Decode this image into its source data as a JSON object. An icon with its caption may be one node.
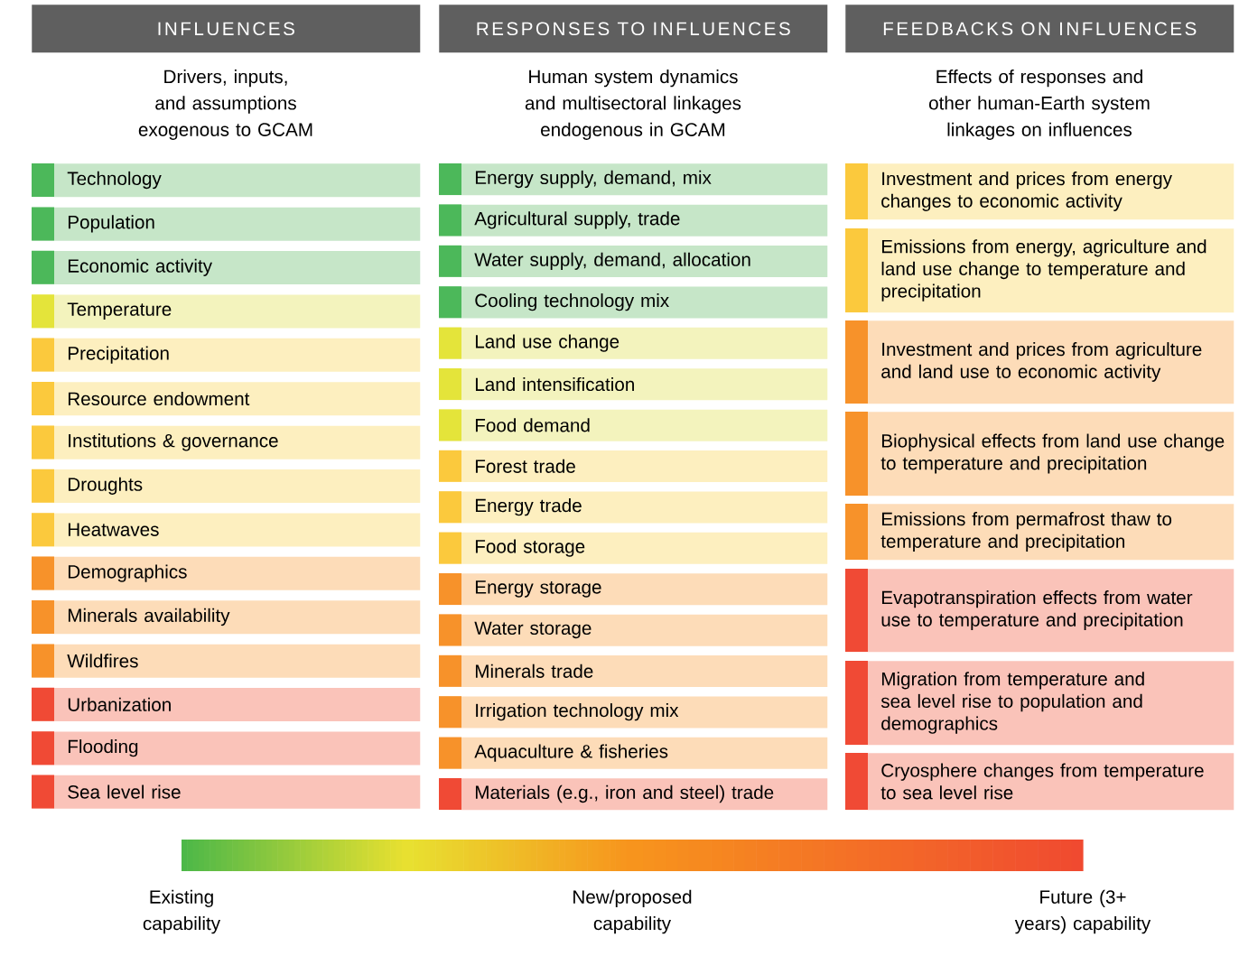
{
  "diagram": {
    "nodes": [
      {
        "text": [
          "INFLUENCES"
        ]
      },
      {
        "text": [
          "RESPONSES TO INFLUENCES"
        ]
      },
      {
        "text": [
          "FEEDBACKS ON INFLUENCES"
        ]
      },
      {
        "text": [
          "Technology"
        ]
      },
      {
        "text": [
          "Population"
        ]
      },
      {
        "text": [
          "Economic activity"
        ]
      },
      {
        "text": [
          "Temperature"
        ]
      },
      {
        "text": [
          "Precipitation"
        ]
      },
      {
        "text": [
          "Resource endowment"
        ]
      },
      {
        "text": [
          "Institutions & governance"
        ]
      },
      {
        "text": [
          "Droughts"
        ]
      },
      {
        "text": [
          "Heatwaves"
        ]
      },
      {
        "text": [
          "Demographics"
        ]
      },
      {
        "text": [
          "Minerals availability"
        ]
      },
      {
        "text": [
          "Wildfires"
        ]
      },
      {
        "text": [
          "Urbanization"
        ]
      },
      {
        "text": [
          "Flooding"
        ]
      },
      {
        "text": [
          "Sea level rise"
        ]
      },
      {
        "text": [
          "Energy supply, demand, mix"
        ]
      },
      {
        "text": [
          "Agricultural supply, trade"
        ]
      },
      {
        "text": [
          "Water supply, demand, allocation"
        ]
      },
      {
        "text": [
          "Cooling technology mix"
        ]
      },
      {
        "text": [
          "Land use change"
        ]
      },
      {
        "text": [
          "Land intensification"
        ]
      },
      {
        "text": [
          "Food demand"
        ]
      },
      {
        "text": [
          "Forest trade"
        ]
      },
      {
        "text": [
          "Energy trade"
        ]
      },
      {
        "text": [
          "Food storage"
        ]
      },
      {
        "text": [
          "Energy storage"
        ]
      },
      {
        "text": [
          "Water storage"
        ]
      },
      {
        "text": [
          "Minerals trade"
        ]
      },
      {
        "text": [
          "Irrigation technology mix"
        ]
      },
      {
        "text": [
          "Aquaculture & fisheries"
        ]
      },
      {
        "text": [
          "Materials (e.g., iron and steel) trade"
        ]
      },
      {
        "text": [
          "Investment and prices from energy changes to economic activity"
        ]
      },
      {
        "text": [
          "Emissions from energy, agriculture and land use change to temperature and precipitation"
        ]
      },
      {
        "text": [
          "Investment and prices from agriculture and land use to economic activity"
        ]
      },
      {
        "text": [
          "Biophysical effects from land use change to temperature and precipitation"
        ]
      },
      {
        "text": [
          "Emissions from permafrost thaw to temperature and precipitation"
        ]
      },
      {
        "text": [
          "Evapotranspiration effects from water use to temperature and precipitation"
        ]
      },
      {
        "text": [
          "Migration from temperature and sea level rise to population and demographics"
        ]
      },
      {
        "text": [
          "Cryosphere changes from temperature to sea level rise"
        ]
      }
    ],
    "labels": [
      "Drivers, inputs, and assumptions exogenous to GCAM",
      "Human system dynamics and multisectoral linkages endogenous in GCAM",
      "Effects of responses and other human-Earth system linkages on influences"
    ],
    "legend": [
      {
        "text": "Existing capability",
        "color": "#4db848"
      },
      {
        "text": "New/proposed capability",
        "color": "#f7941d"
      },
      {
        "text": "Future (3+ years) capability",
        "color": "#f04a30"
      }
    ]
  }
}
